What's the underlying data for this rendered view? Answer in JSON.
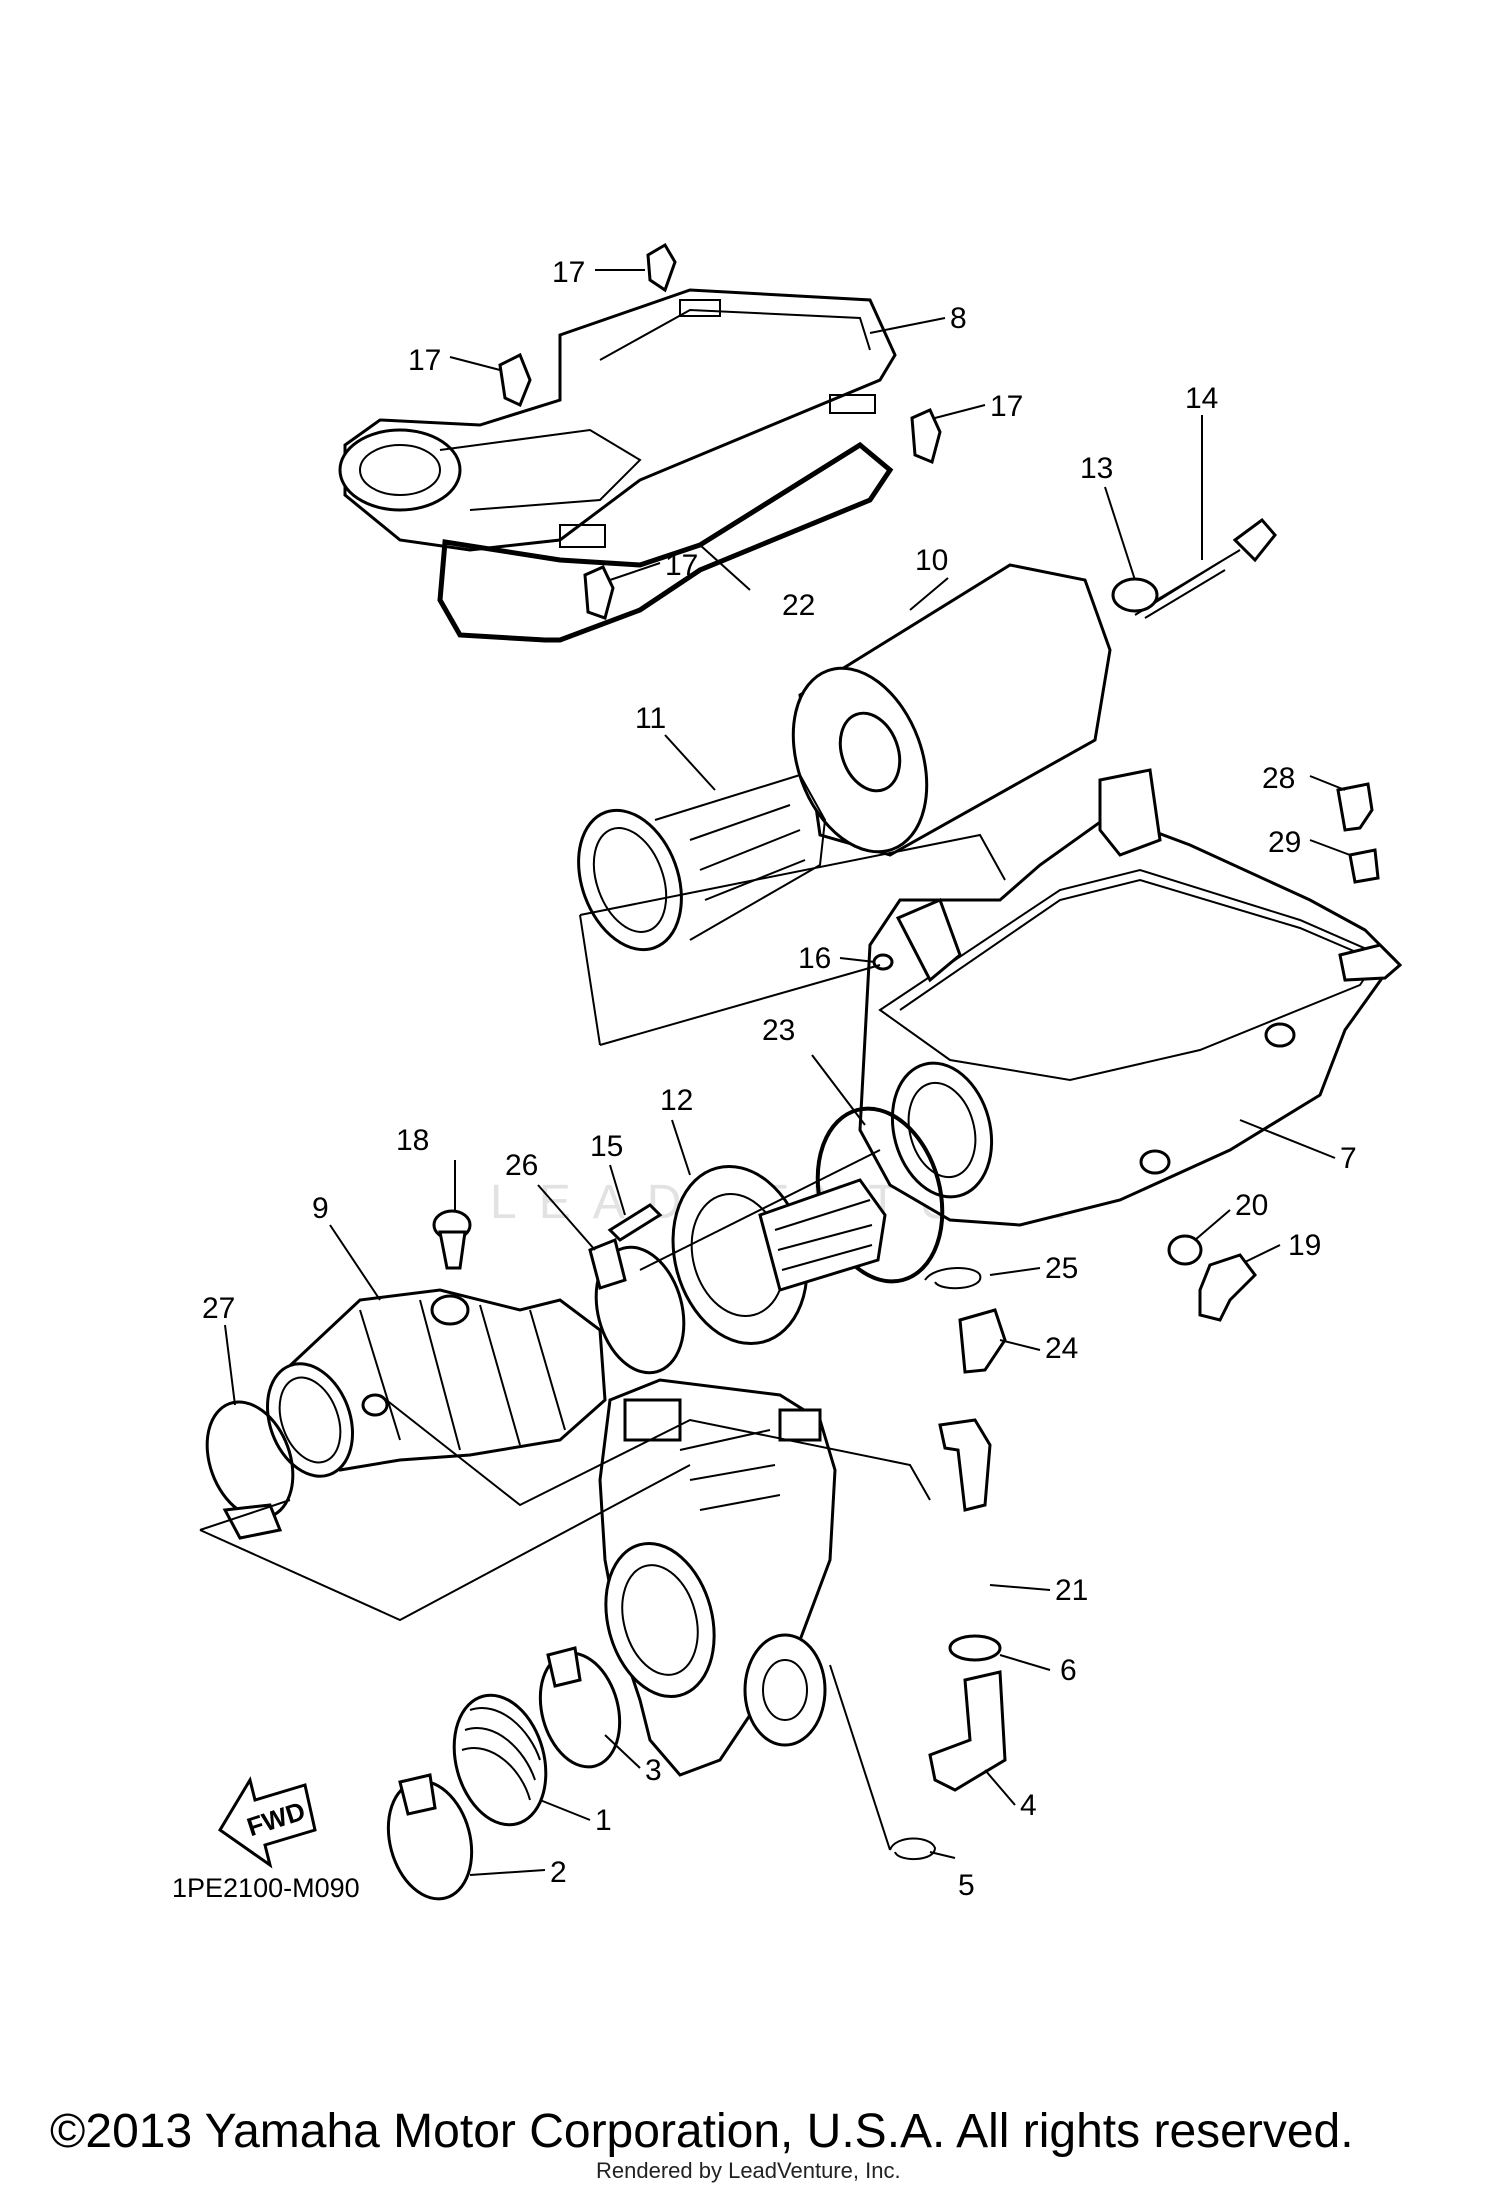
{
  "diagram": {
    "drawing_code": "1PE2100-M090",
    "fwd_label": "FWD",
    "copyright": "©2013 Yamaha Motor Corporation, U.S.A. All rights reserved.",
    "rendered_by": "Rendered by LeadVenture, Inc.",
    "watermark": "LEADVENTURE",
    "callouts": [
      "17",
      "17",
      "8",
      "17",
      "17",
      "22",
      "14",
      "13",
      "10",
      "11",
      "28",
      "29",
      "16",
      "23",
      "12",
      "15",
      "18",
      "26",
      "9",
      "7",
      "20",
      "19",
      "25",
      "24",
      "27",
      "21",
      "6",
      "3",
      "1",
      "4",
      "2",
      "5"
    ]
  }
}
